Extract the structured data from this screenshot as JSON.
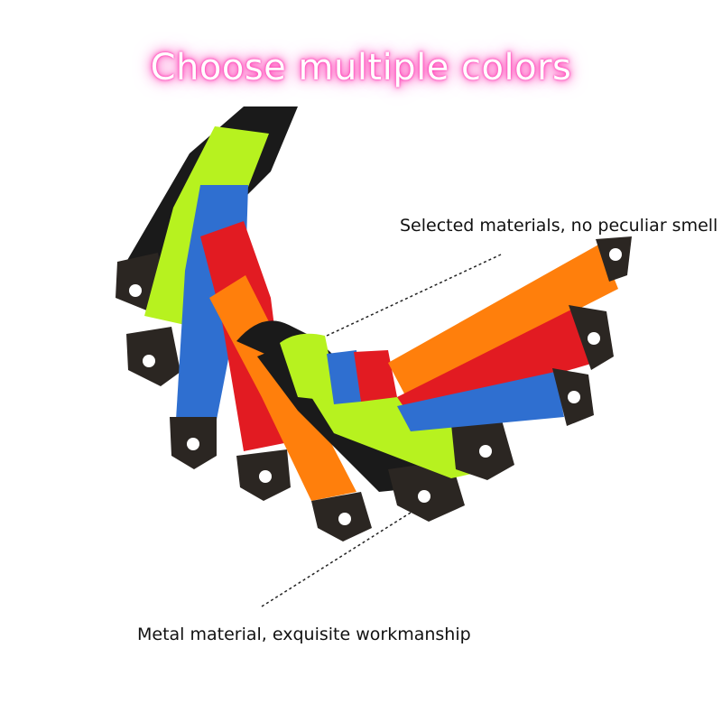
{
  "headline": "Choose multiple colors",
  "callouts": {
    "top": "Selected materials, no peculiar smell",
    "bottom": "Metal material, exquisite workmanship"
  },
  "straps": [
    {
      "name": "black",
      "color": "#1a1a1a"
    },
    {
      "name": "fluorescent-green",
      "color": "#b7f21f"
    },
    {
      "name": "blue",
      "color": "#2f6fd0"
    },
    {
      "name": "red",
      "color": "#e21b22"
    },
    {
      "name": "orange",
      "color": "#ff7f0c"
    }
  ],
  "colors": {
    "headline_glow": "#ff3fb4",
    "bracket": "#2b2622"
  }
}
